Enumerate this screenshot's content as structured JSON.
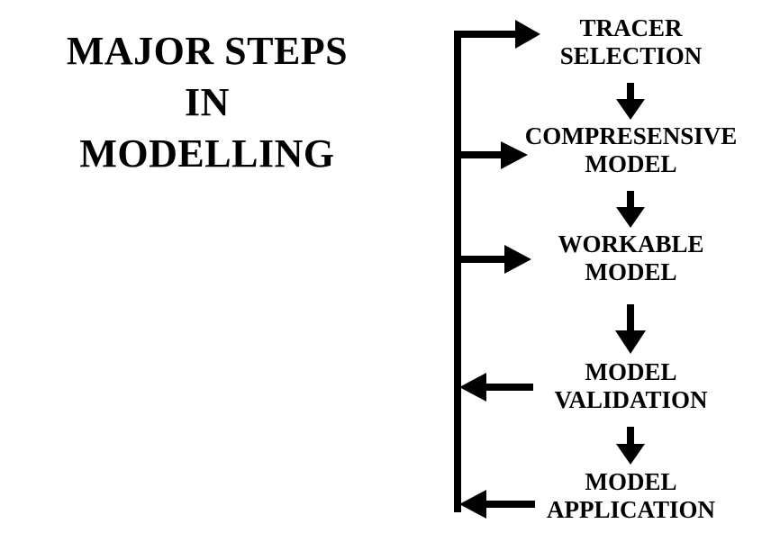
{
  "diagram": {
    "title_lines": [
      "MAJOR STEPS",
      "IN",
      "MODELLING"
    ],
    "title_text": "MAJOR STEPS IN MODELLING",
    "ink_color": "#000000",
    "background_color": "#ffffff",
    "stages": [
      {
        "id": "tracer-selection",
        "line1": "TRACER",
        "line2": "SELECTION"
      },
      {
        "id": "comprehensive-model",
        "line1": "COMPRESENSIVE",
        "line2": "MODEL"
      },
      {
        "id": "workable-model",
        "line1": "WORKABLE",
        "line2": "MODEL"
      },
      {
        "id": "model-validation",
        "line1": "MODEL",
        "line2": "VALIDATION"
      },
      {
        "id": "model-application",
        "line1": "MODEL",
        "line2": "APPLICATION"
      }
    ],
    "flow_sequence": [
      "TRACER SELECTION",
      "COMPRESENSIVE MODEL",
      "WORKABLE MODEL",
      "MODEL VALIDATION",
      "MODEL APPLICATION"
    ],
    "feedback_into": [
      "TRACER SELECTION",
      "COMPRESENSIVE MODEL",
      "WORKABLE MODEL"
    ],
    "feedback_from": [
      "MODEL VALIDATION",
      "MODEL APPLICATION"
    ]
  }
}
